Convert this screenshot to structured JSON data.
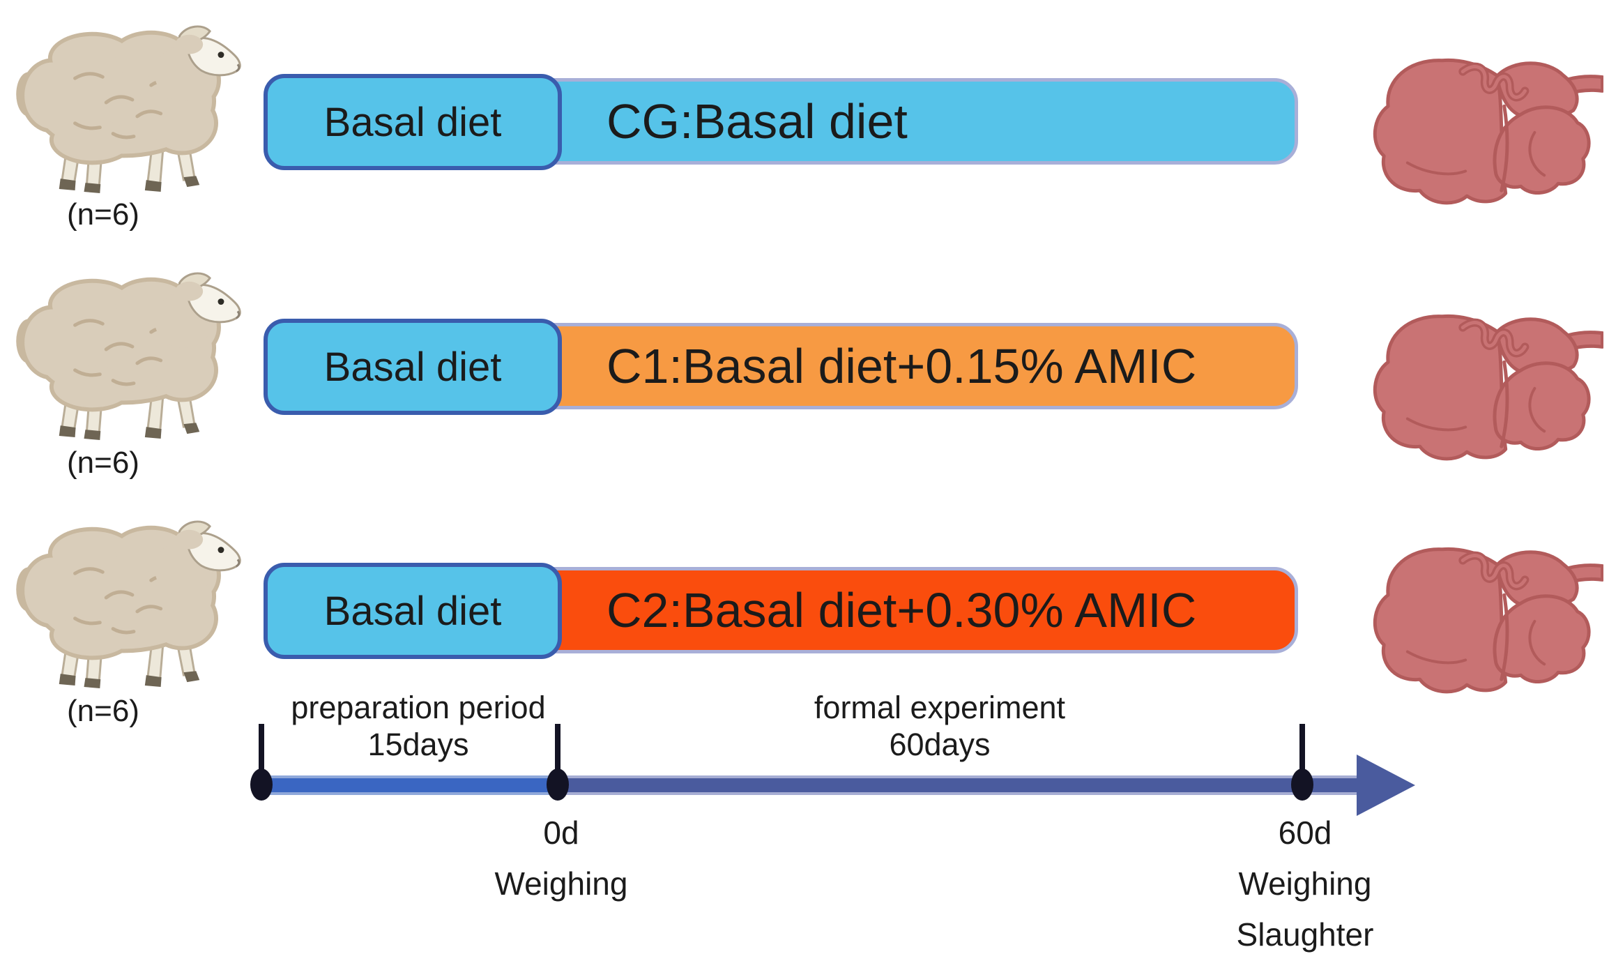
{
  "figure": {
    "description_labels": {
      "sheep_icon": "sheep-icon",
      "rumen_icon": "rumen-icon"
    }
  },
  "groups": [
    {
      "sample_size_label": "(n=6)",
      "preparation_label": "Basal diet",
      "treatment_label": "CG:Basal diet",
      "treatment_color": "#56C3E9"
    },
    {
      "sample_size_label": "(n=6)",
      "preparation_label": "Basal diet",
      "treatment_label": "C1:Basal diet+0.15% AMIC",
      "treatment_color": "#F79A43"
    },
    {
      "sample_size_label": "(n=6)",
      "preparation_label": "Basal diet",
      "treatment_label": "C2:Basal diet+0.30% AMIC",
      "treatment_color": "#FA4D0D"
    }
  ],
  "timeline": {
    "preparation_phase": {
      "line1": "preparation period",
      "line2": "15days"
    },
    "experiment_phase": {
      "line1": "formal experiment",
      "line2": "60days"
    },
    "mid_marker": {
      "labels": [
        "0d",
        "Weighing"
      ]
    },
    "end_marker": {
      "labels": [
        "60d",
        "Weighing",
        "Slaughter"
      ]
    }
  },
  "colors": {
    "sky_blue": "#56C3E9",
    "orange": "#F79A43",
    "red_orange": "#FA4D0D",
    "box_border": "#3A5CAD",
    "bar_border": "#A8AFD8",
    "segment1_core": "#3A66C2",
    "segment1_edge": "#8FA8DA",
    "segment2_core": "#4A5B9E",
    "segment2_edge": "#A6ADD3",
    "marker_black": "#131324"
  }
}
